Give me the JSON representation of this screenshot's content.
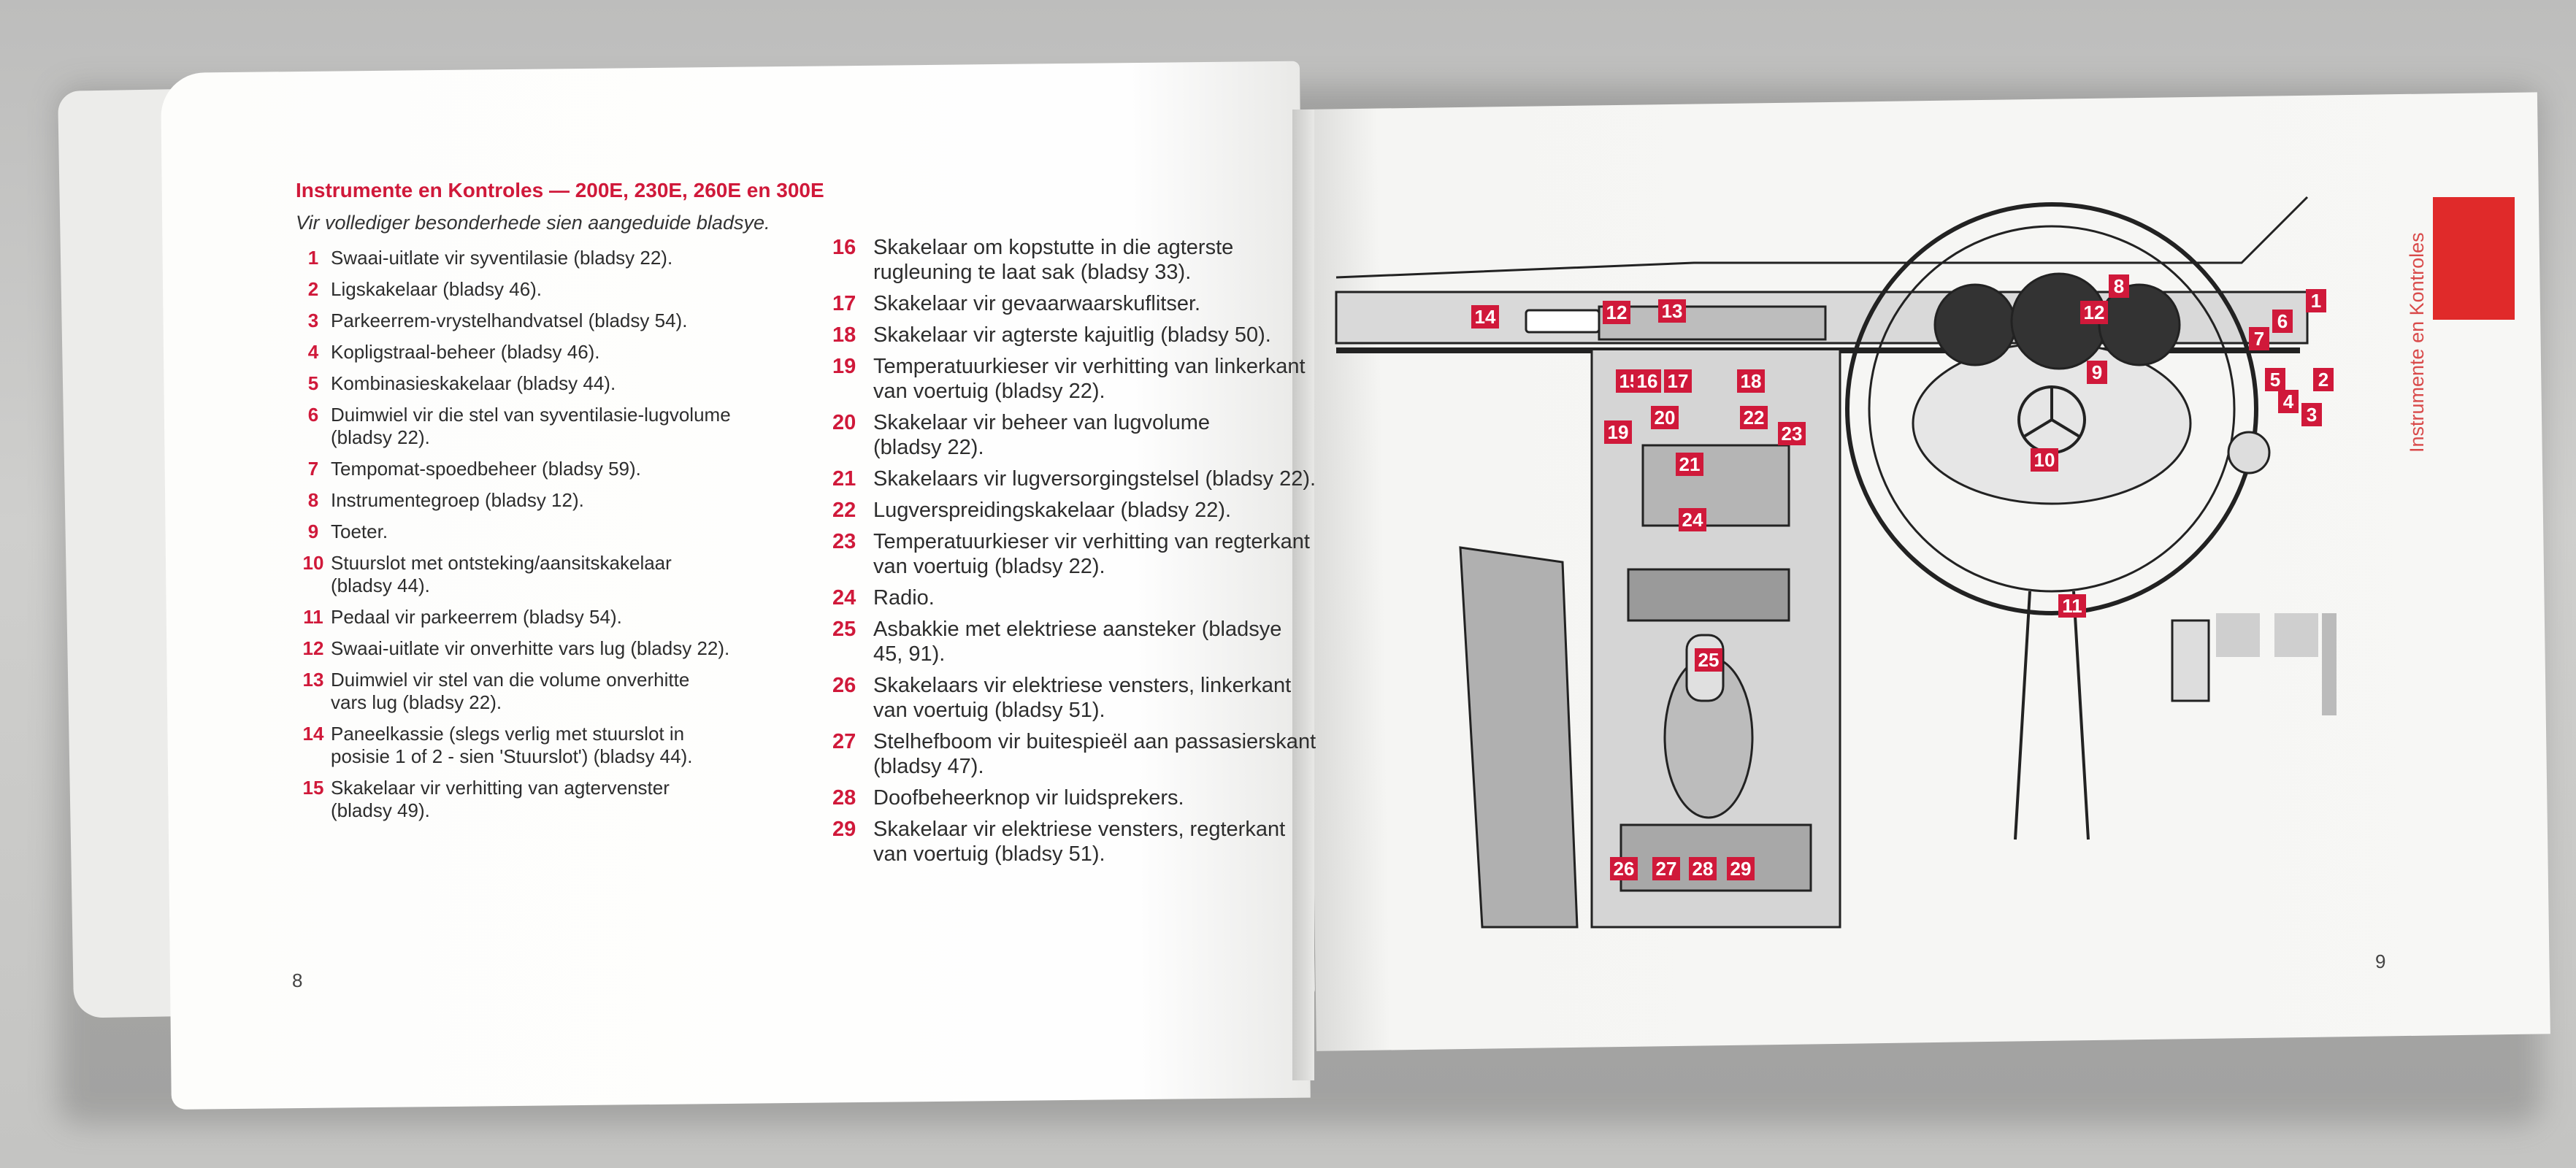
{
  "left_page": {
    "heading": "Instrumente en Kontroles — 200E, 230E, 260E en 300E",
    "subheading": "Vir vollediger besonderhede sien aangeduide bladsye.",
    "items": [
      {
        "num": "1",
        "text": "Swaai-uitlate vir syventilasie (bladsy 22)."
      },
      {
        "num": "2",
        "text": "Ligskakelaar (bladsy 46)."
      },
      {
        "num": "3",
        "text": "Parkeerrem-vrystelhandvatsel (bladsy 54)."
      },
      {
        "num": "4",
        "text": "Kopligstraal-beheer (bladsy 46)."
      },
      {
        "num": "5",
        "text": "Kombinasieskakelaar (bladsy 44)."
      },
      {
        "num": "6",
        "text": "Duimwiel vir die stel van syventilasie-lugvolume\n(bladsy 22)."
      },
      {
        "num": "7",
        "text": "Tempomat-spoedbeheer (bladsy 59)."
      },
      {
        "num": "8",
        "text": "Instrumentegroep (bladsy 12)."
      },
      {
        "num": "9",
        "text": "Toeter."
      },
      {
        "num": "10",
        "text": "Stuurslot met ontsteking/aansitskakelaar\n(bladsy 44)."
      },
      {
        "num": "11",
        "text": "Pedaal vir parkeerrem (bladsy 54)."
      },
      {
        "num": "12",
        "text": "Swaai-uitlate vir onverhitte vars lug (bladsy 22)."
      },
      {
        "num": "13",
        "text": "Duimwiel vir stel van die volume onverhitte\nvars lug (bladsy 22)."
      },
      {
        "num": "14",
        "text": "Paneelkassie (slegs verlig met stuurslot in\nposisie 1 of 2 - sien 'Stuurslot') (bladsy 44)."
      },
      {
        "num": "15",
        "text": "Skakelaar vir verhitting van agtervenster\n(bladsy 49)."
      }
    ],
    "items_col2": [
      {
        "num": "16",
        "text": "Skakelaar om kopstutte in die agterste\nrugleuning te laat sak (bladsy 33)."
      },
      {
        "num": "17",
        "text": "Skakelaar vir gevaarwaarskuflitser."
      },
      {
        "num": "18",
        "text": "Skakelaar vir agterste kajuitlig (bladsy 50)."
      },
      {
        "num": "19",
        "text": "Temperatuurkieser vir verhitting van linkerkant\nvan voertuig (bladsy 22)."
      },
      {
        "num": "20",
        "text": "Skakelaar vir beheer van lugvolume\n(bladsy 22)."
      },
      {
        "num": "21",
        "text": "Skakelaars vir lugversorgingstelsel (bladsy 22)."
      },
      {
        "num": "22",
        "text": "Lugverspreidingskakelaar (bladsy 22)."
      },
      {
        "num": "23",
        "text": "Temperatuurkieser vir verhitting van regterkant\nvan voertuig (bladsy 22)."
      },
      {
        "num": "24",
        "text": "Radio."
      },
      {
        "num": "25",
        "text": "Asbakkie met elektriese aansteker (bladsye\n45, 91)."
      },
      {
        "num": "26",
        "text": "Skakelaars vir elektriese vensters, linkerkant\nvan voertuig (bladsy 51)."
      },
      {
        "num": "27",
        "text": "Stelhefboom vir buitespieël aan passasierskant\n(bladsy 47)."
      },
      {
        "num": "28",
        "text": "Doofbeheerknop vir luidsprekers."
      },
      {
        "num": "29",
        "text": "Skakelaar vir elektriese vensters, regterkant\nvan voertuig (bladsy 51)."
      }
    ],
    "page_number": "8"
  },
  "right_page": {
    "side_label": "Instrumente en Kontroles",
    "page_number": "9",
    "callouts": [
      "1",
      "2",
      "3",
      "4",
      "5",
      "6",
      "7",
      "8",
      "9",
      "10",
      "11",
      "12",
      "12",
      "13",
      "14",
      "15",
      "16",
      "17",
      "18",
      "19",
      "20",
      "21",
      "22",
      "23",
      "24",
      "25",
      "26",
      "27",
      "28",
      "29"
    ]
  },
  "colors": {
    "accent_red": "#d0193a",
    "tab_red": "#e02a2a"
  }
}
